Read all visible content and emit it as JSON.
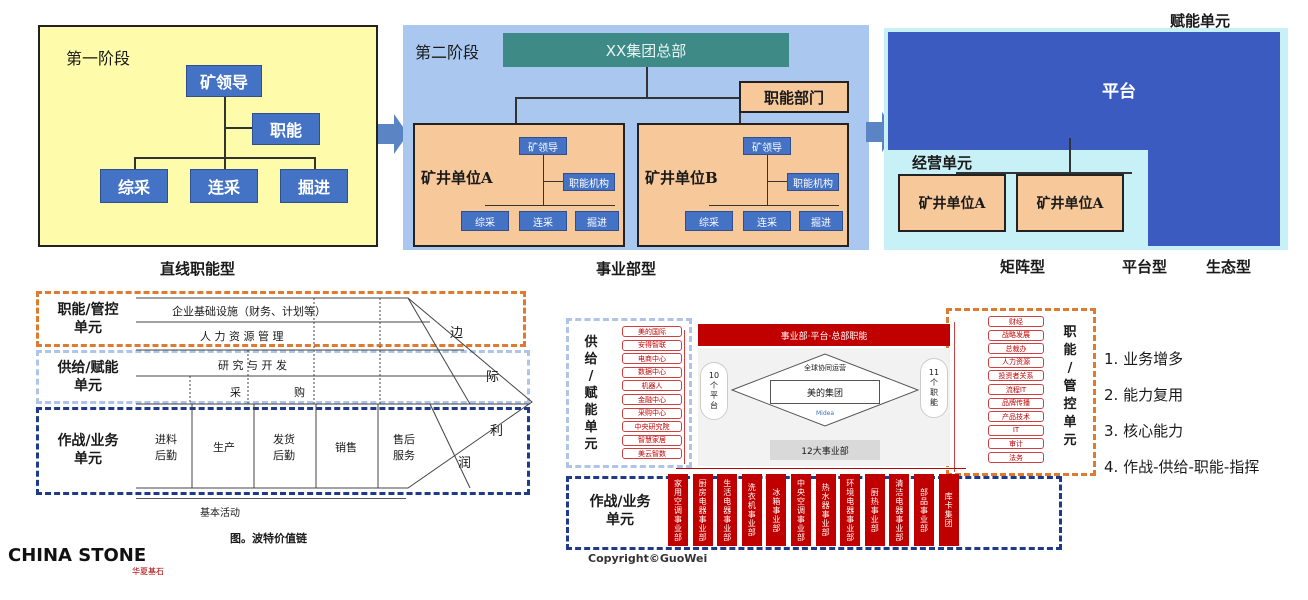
{
  "stage1": {
    "label": "第一阶段",
    "top": "矿领导",
    "mid": "职能",
    "bottom": [
      "综采",
      "连采",
      "掘进"
    ],
    "caption": "直线职能型"
  },
  "stage2": {
    "label": "第二阶段",
    "hq": "XX集团总部",
    "func": "职能部门",
    "units": [
      {
        "name": "矿井单位A",
        "lead": "矿领导",
        "org": "职能机构",
        "subs": [
          "综采",
          "连采",
          "掘进"
        ]
      },
      {
        "name": "矿井单位B",
        "lead": "矿领导",
        "org": "职能机构",
        "subs": [
          "综采",
          "连采",
          "掘进"
        ]
      }
    ],
    "caption": "事业部型"
  },
  "stage3": {
    "empower": "赋能单元",
    "platform": "平台",
    "operate": "经营单元",
    "units": [
      "矿井单位A",
      "矿井单位A"
    ],
    "captions": [
      "矩阵型",
      "平台型",
      "生态型"
    ]
  },
  "porter": {
    "row1_label": "职能/管控\n单元",
    "row2_label": "供给/赋能\n单元",
    "row3_label": "作战/业务\n单元",
    "support1": "企业基础设施（财务、计划等）",
    "support2": "人 力 资 源 管 理",
    "support3": "研 究 与 开 发",
    "support4a": "采",
    "support4b": "购",
    "primary": [
      "进料\n后勤",
      "生产",
      "发货\n后勤",
      "销售",
      "售后\n服务"
    ],
    "margin": [
      "边",
      "际",
      "利",
      "润"
    ],
    "basic": "基本活动",
    "caption": "图。波特价值链"
  },
  "midea": {
    "header": "事业部·平台·总部职能",
    "left_label": "供\n给\n/\n赋\n能\n单\n元",
    "right_label": "职\n能\n/\n管\n控\n单\n元",
    "bottom_label": "作战/业务\n单元",
    "left_items": [
      "美的国际",
      "安得智联",
      "电商中心",
      "数据中心",
      "机器人",
      "金融中心",
      "采购中心",
      "中央研究院",
      "智慧家居",
      "美云智数"
    ],
    "right_items": [
      "财经",
      "战略发展",
      "总裁办",
      "人力资源",
      "投资者关系",
      "流程IT",
      "品牌传播",
      "产品技术",
      "IT",
      "审计",
      "法务"
    ],
    "left_circle": "10\n个\n平\n台",
    "right_circle": "11\n个\n职\n能",
    "center_top": "全球协同运营",
    "center": "美的集团",
    "center_bottom": "Midea",
    "bu_count": "12大事业部",
    "bus": [
      "家用空调事业部",
      "厨房电器事业部",
      "生活电器事业部",
      "洗衣机事业部",
      "冰箱事业部",
      "中央空调事业部",
      "热水器事业部",
      "环境电器事业部",
      "厨热事业部",
      "清洁电器事业部",
      "部品事业部",
      "库卡集团"
    ],
    "copyright": "Copyright©GuoWei"
  },
  "points": [
    "1. 业务增多",
    "2. 能力复用",
    "3. 核心能力",
    "4. 作战-供给-职能-指挥"
  ],
  "logo": {
    "text": "CHINA STONE",
    "sub": "华夏基石"
  }
}
